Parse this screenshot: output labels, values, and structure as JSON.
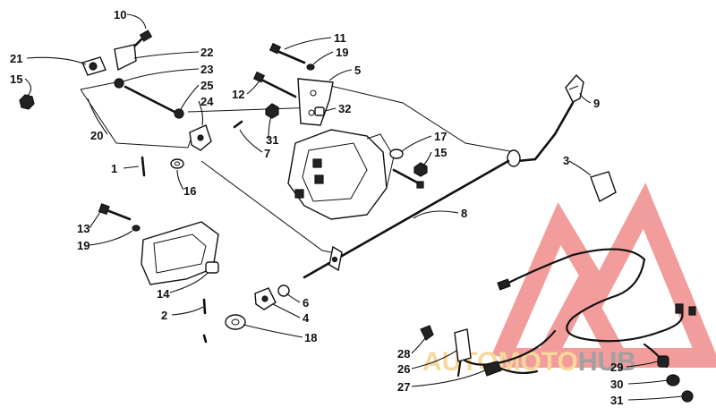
{
  "callouts": [
    {
      "id": "10",
      "label": "10"
    },
    {
      "id": "11",
      "label": "11"
    },
    {
      "id": "19a",
      "label": "19"
    },
    {
      "id": "5",
      "label": "5"
    },
    {
      "id": "21",
      "label": "21"
    },
    {
      "id": "22",
      "label": "22"
    },
    {
      "id": "23",
      "label": "23"
    },
    {
      "id": "25",
      "label": "25"
    },
    {
      "id": "24",
      "label": "24"
    },
    {
      "id": "15a",
      "label": "15"
    },
    {
      "id": "12",
      "label": "12"
    },
    {
      "id": "32",
      "label": "32"
    },
    {
      "id": "9",
      "label": "9"
    },
    {
      "id": "20",
      "label": "20"
    },
    {
      "id": "31a",
      "label": "31"
    },
    {
      "id": "7",
      "label": "7"
    },
    {
      "id": "17",
      "label": "17"
    },
    {
      "id": "15b",
      "label": "15"
    },
    {
      "id": "1",
      "label": "1"
    },
    {
      "id": "16",
      "label": "16"
    },
    {
      "id": "3",
      "label": "3"
    },
    {
      "id": "8",
      "label": "8"
    },
    {
      "id": "13",
      "label": "13"
    },
    {
      "id": "19b",
      "label": "19"
    },
    {
      "id": "14",
      "label": "14"
    },
    {
      "id": "6",
      "label": "6"
    },
    {
      "id": "2",
      "label": "2"
    },
    {
      "id": "4",
      "label": "4"
    },
    {
      "id": "18",
      "label": "18"
    },
    {
      "id": "28",
      "label": "28"
    },
    {
      "id": "26",
      "label": "26"
    },
    {
      "id": "27",
      "label": "27"
    },
    {
      "id": "29",
      "label": "29"
    },
    {
      "id": "30",
      "label": "30"
    },
    {
      "id": "31b",
      "label": "31"
    }
  ],
  "watermark": {
    "text_part1": "AUTOMOTO",
    "text_part2": "HUB",
    "color_primary": "#e84c4c",
    "color_secondary": "#f2b84b",
    "color_dark": "#555555"
  }
}
